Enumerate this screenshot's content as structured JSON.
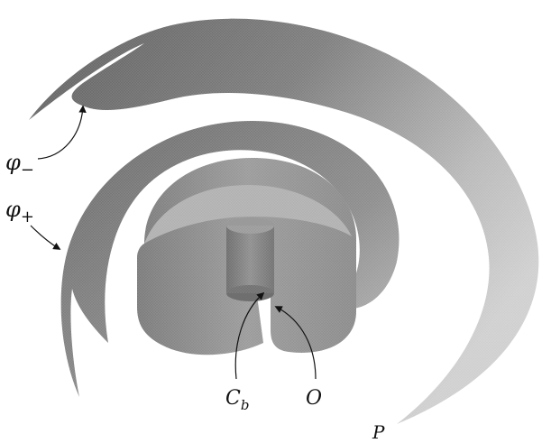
{
  "labels": {
    "phi_minus": {
      "main": "φ",
      "sub": "−"
    },
    "phi_plus": {
      "main": "φ",
      "sub": "+"
    },
    "cb": {
      "main": "C",
      "sub": "b"
    },
    "o": {
      "main": "O"
    },
    "p": {
      "main": "P"
    }
  },
  "colors": {
    "outer_sheet_dark": "#6e6e6e",
    "outer_sheet_light": "#c6c6c6",
    "middle_sheet": "#8a8a8a",
    "inner_sheet": "#8f8f8f",
    "cylinder": "#7a7a7a",
    "ink": "#111111"
  }
}
